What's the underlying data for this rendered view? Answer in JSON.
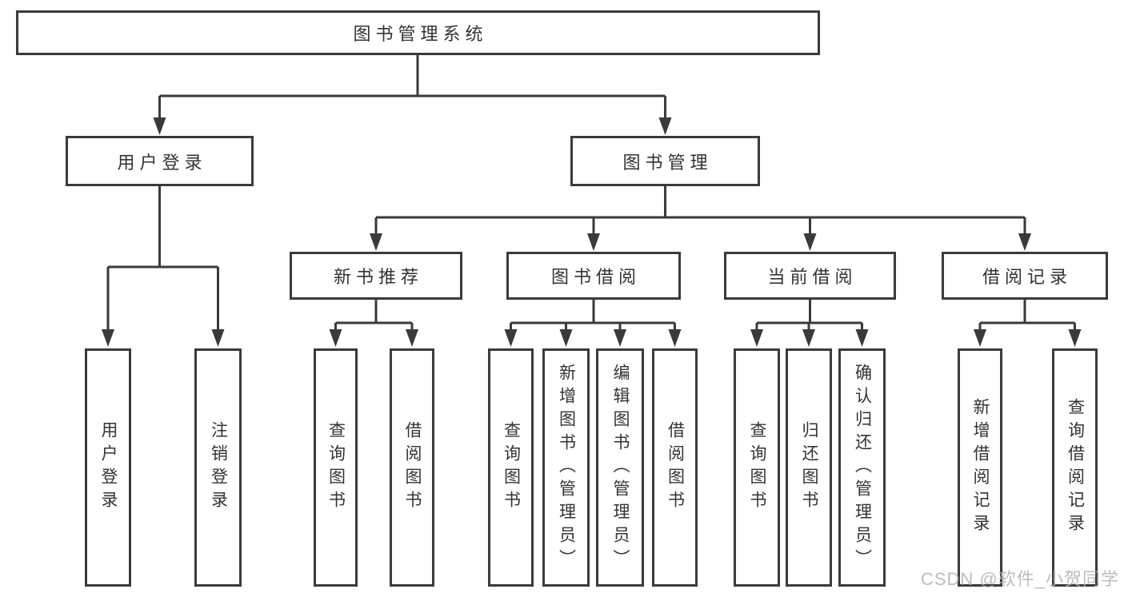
{
  "tree": {
    "root": {
      "label": "图书管理系统",
      "children": [
        {
          "label": "用户登录",
          "children": [
            {
              "label": "用户登录"
            },
            {
              "label": "注销登录"
            }
          ]
        },
        {
          "label": "图书管理",
          "children": [
            {
              "label": "新书推荐",
              "children": [
                {
                  "label": "查询图书"
                },
                {
                  "label": "借阅图书"
                }
              ]
            },
            {
              "label": "图书借阅",
              "children": [
                {
                  "label": "查询图书"
                },
                {
                  "label": "新增图书（管理员）"
                },
                {
                  "label": "编辑图书（管理员）"
                },
                {
                  "label": "借阅图书"
                }
              ]
            },
            {
              "label": "当前借阅",
              "children": [
                {
                  "label": "查询图书"
                },
                {
                  "label": "归还图书"
                },
                {
                  "label": "确认归还（管理员）"
                }
              ]
            },
            {
              "label": "借阅记录",
              "children": [
                {
                  "label": "新增借阅记录"
                },
                {
                  "label": "查询借阅记录"
                }
              ]
            }
          ]
        }
      ]
    }
  },
  "watermark": {
    "text": "CSDN @软件_小贺同学"
  },
  "colors": {
    "background": "#ffffff",
    "line": "#3a3a3a",
    "box_border": "#3a3a3a",
    "text": "#333333",
    "watermark": "#b2b2b2"
  }
}
